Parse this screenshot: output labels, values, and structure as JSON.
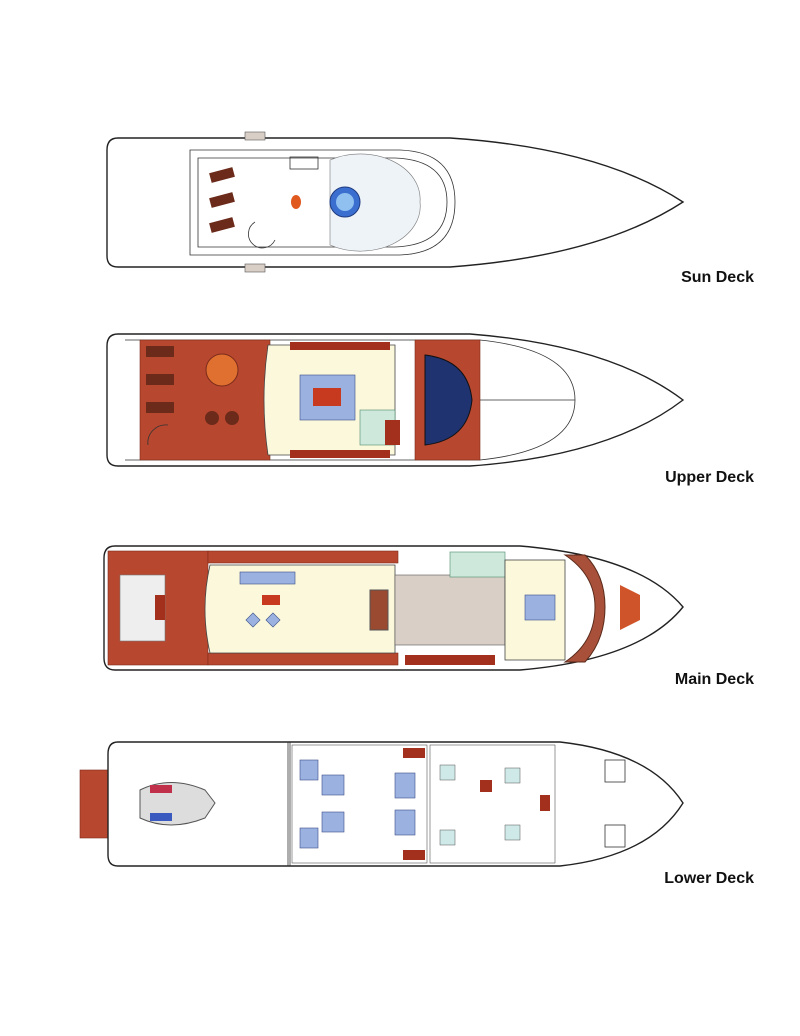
{
  "decks": [
    {
      "name": "Sun Deck"
    },
    {
      "name": "Upper Deck"
    },
    {
      "name": "Main Deck"
    },
    {
      "name": "Lower Deck"
    }
  ],
  "colors": {
    "teak": "#b8472f",
    "interior": "#fbf8dc",
    "upholstery": "#9bb2e0"
  }
}
